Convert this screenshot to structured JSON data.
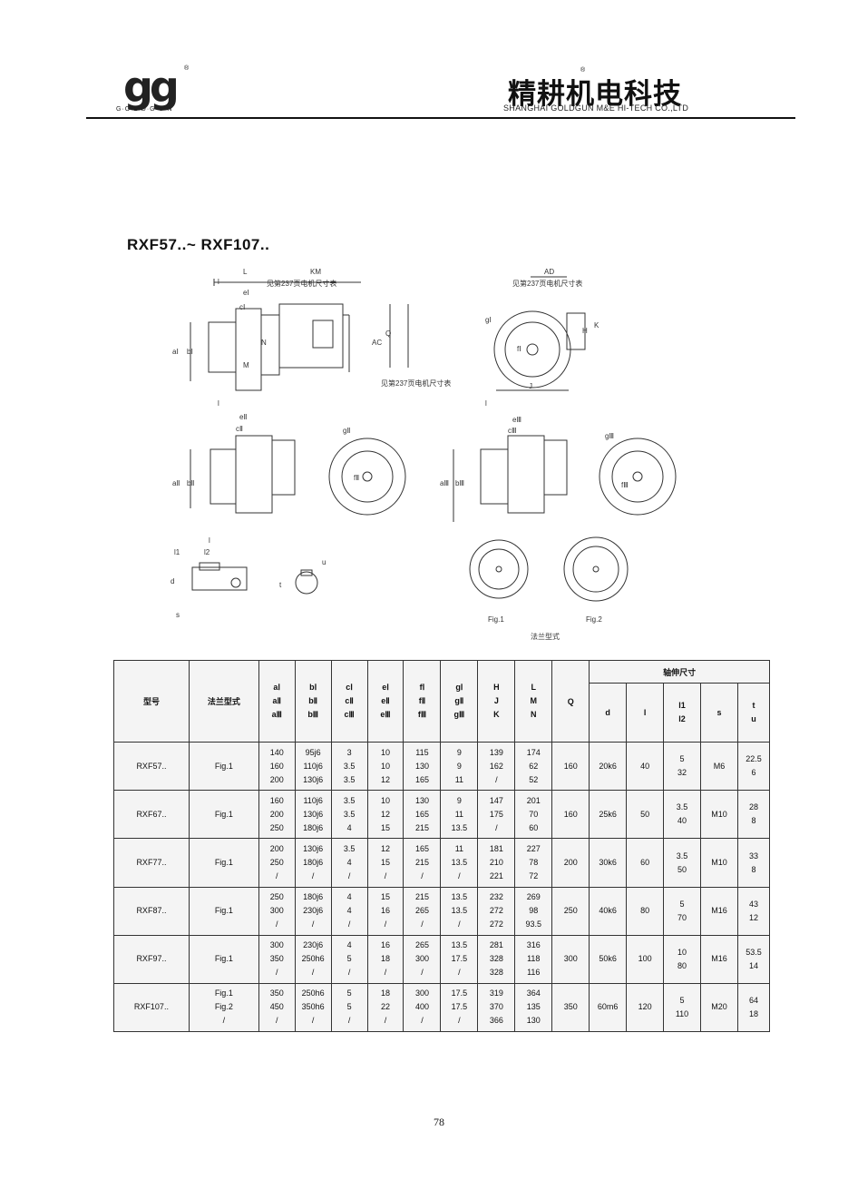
{
  "header": {
    "logo_mark": "gg",
    "logo_registered": "®",
    "logo_sub": "G·O·L·D·G·U·N",
    "company_cn": "精耕机电科技",
    "company_registered": "®",
    "company_en": "SHANGHAI GOLDGUN M&E HI-TECH CO.,LTD"
  },
  "title": "RXF57..~ RXF107..",
  "drawing_labels": {
    "L": "L",
    "KM": "KM",
    "AD": "AD",
    "l": "l",
    "el": "eⅠ",
    "cl": "cⅠ",
    "motor_note": "见第237页电机尺寸表",
    "motor_note_v": "见第237页电机尺寸表",
    "al": "aⅠ",
    "bl": "bⅠ",
    "M": "M",
    "N": "N",
    "AC": "AC",
    "Q": "Q",
    "gl": "gⅠ",
    "fl": "fⅠ",
    "H": "H",
    "K": "K",
    "J": "J",
    "ell": "eⅡ",
    "cll": "cⅡ",
    "all": "aⅡ",
    "bll": "bⅡ",
    "gll": "gⅡ",
    "fll": "fⅡ",
    "elll": "eⅢ",
    "clll": "cⅢ",
    "alll": "aⅢ",
    "blll": "bⅢ",
    "glll": "gⅢ",
    "flll": "fⅢ",
    "shaft_l": "l",
    "l1": "l1",
    "l2": "l2",
    "d": "d",
    "s": "s",
    "u": "u",
    "t": "t",
    "fig1": "Fig.1",
    "fig2": "Fig.2",
    "flange_type": "法兰型式"
  },
  "table": {
    "h_model": "型号",
    "h_flange": "法兰型式",
    "h_a": "aⅠ\naⅡ\naⅢ",
    "h_b": "bⅠ\nbⅡ\nbⅢ",
    "h_c": "cⅠ\ncⅡ\ncⅢ",
    "h_e": "eⅠ\neⅡ\neⅢ",
    "h_f": "fⅠ\nfⅡ\nfⅢ",
    "h_g": "gⅠ\ngⅡ\ngⅢ",
    "h_hjk": "H\nJ\nK",
    "h_lmn": "L\nM\nN",
    "h_q": "Q",
    "h_shaft": "轴伸尺寸",
    "h_d": "d",
    "h_l": "l",
    "h_l12": "l1\nl2",
    "h_s": "s",
    "h_tu": "t\nu",
    "rows": [
      {
        "model": "RXF57..",
        "flange": "Fig.1",
        "a": "140\n160\n200",
        "b": "95j6\n110j6\n130j6",
        "c": "3\n3.5\n3.5",
        "e": "10\n10\n12",
        "f": "115\n130\n165",
        "g": "9\n9\n11",
        "hjk": "139\n162\n/",
        "lmn": "174\n62\n52",
        "q": "160",
        "d": "20k6",
        "l": "40",
        "l12": "5\n32",
        "s": "M6",
        "tu": "22.5\n6"
      },
      {
        "model": "RXF67..",
        "flange": "Fig.1",
        "a": "160\n200\n250",
        "b": "110j6\n130j6\n180j6",
        "c": "3.5\n3.5\n4",
        "e": "10\n12\n15",
        "f": "130\n165\n215",
        "g": "9\n11\n13.5",
        "hjk": "147\n175\n/",
        "lmn": "201\n70\n60",
        "q": "160",
        "d": "25k6",
        "l": "50",
        "l12": "3.5\n40",
        "s": "M10",
        "tu": "28\n8"
      },
      {
        "model": "RXF77..",
        "flange": "Fig.1",
        "a": "200\n250\n/",
        "b": "130j6\n180j6\n/",
        "c": "3.5\n4\n/",
        "e": "12\n15\n/",
        "f": "165\n215\n/",
        "g": "11\n13.5\n/",
        "hjk": "181\n210\n221",
        "lmn": "227\n78\n72",
        "q": "200",
        "d": "30k6",
        "l": "60",
        "l12": "3.5\n50",
        "s": "M10",
        "tu": "33\n8"
      },
      {
        "model": "RXF87..",
        "flange": "Fig.1",
        "a": "250\n300\n/",
        "b": "180j6\n230j6\n/",
        "c": "4\n4\n/",
        "e": "15\n16\n/",
        "f": "215\n265\n/",
        "g": "13.5\n13.5\n/",
        "hjk": "232\n272\n272",
        "lmn": "269\n98\n93.5",
        "q": "250",
        "d": "40k6",
        "l": "80",
        "l12": "5\n70",
        "s": "M16",
        "tu": "43\n12"
      },
      {
        "model": "RXF97..",
        "flange": "Fig.1",
        "a": "300\n350\n/",
        "b": "230j6\n250h6\n/",
        "c": "4\n5\n/",
        "e": "16\n18\n/",
        "f": "265\n300\n/",
        "g": "13.5\n17.5\n/",
        "hjk": "281\n328\n328",
        "lmn": "316\n118\n116",
        "q": "300",
        "d": "50k6",
        "l": "100",
        "l12": "10\n80",
        "s": "M16",
        "tu": "53.5\n14"
      },
      {
        "model": "RXF107..",
        "flange": "Fig.1\nFig.2\n/",
        "a": "350\n450\n/",
        "b": "250h6\n350h6\n/",
        "c": "5\n5\n/",
        "e": "18\n22\n/",
        "f": "300\n400\n/",
        "g": "17.5\n17.5\n/",
        "hjk": "319\n370\n366",
        "lmn": "364\n135\n130",
        "q": "350",
        "d": "60m6",
        "l": "120",
        "l12": "5\n110",
        "s": "M20",
        "tu": "64\n18"
      }
    ]
  },
  "page_number": "78"
}
